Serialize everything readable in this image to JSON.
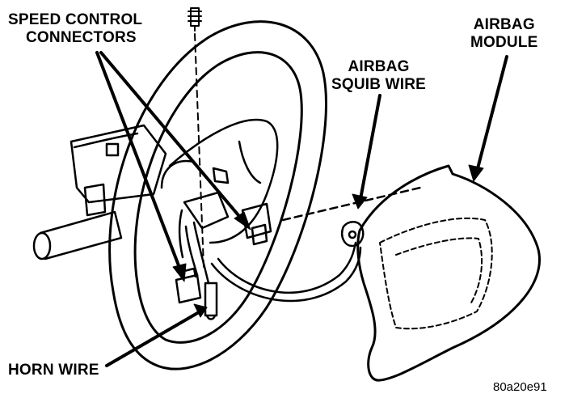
{
  "labels": {
    "speed_control": [
      "SPEED CONTROL",
      "CONNECTORS"
    ],
    "airbag_module": [
      "AIRBAG",
      "MODULE"
    ],
    "airbag_squib": [
      "AIRBAG",
      "SQUIB WIRE"
    ],
    "horn_wire": "HORN WIRE"
  },
  "figure_code": "80a20e91",
  "colors": {
    "ink": "#000000",
    "paper": "#ffffff"
  }
}
